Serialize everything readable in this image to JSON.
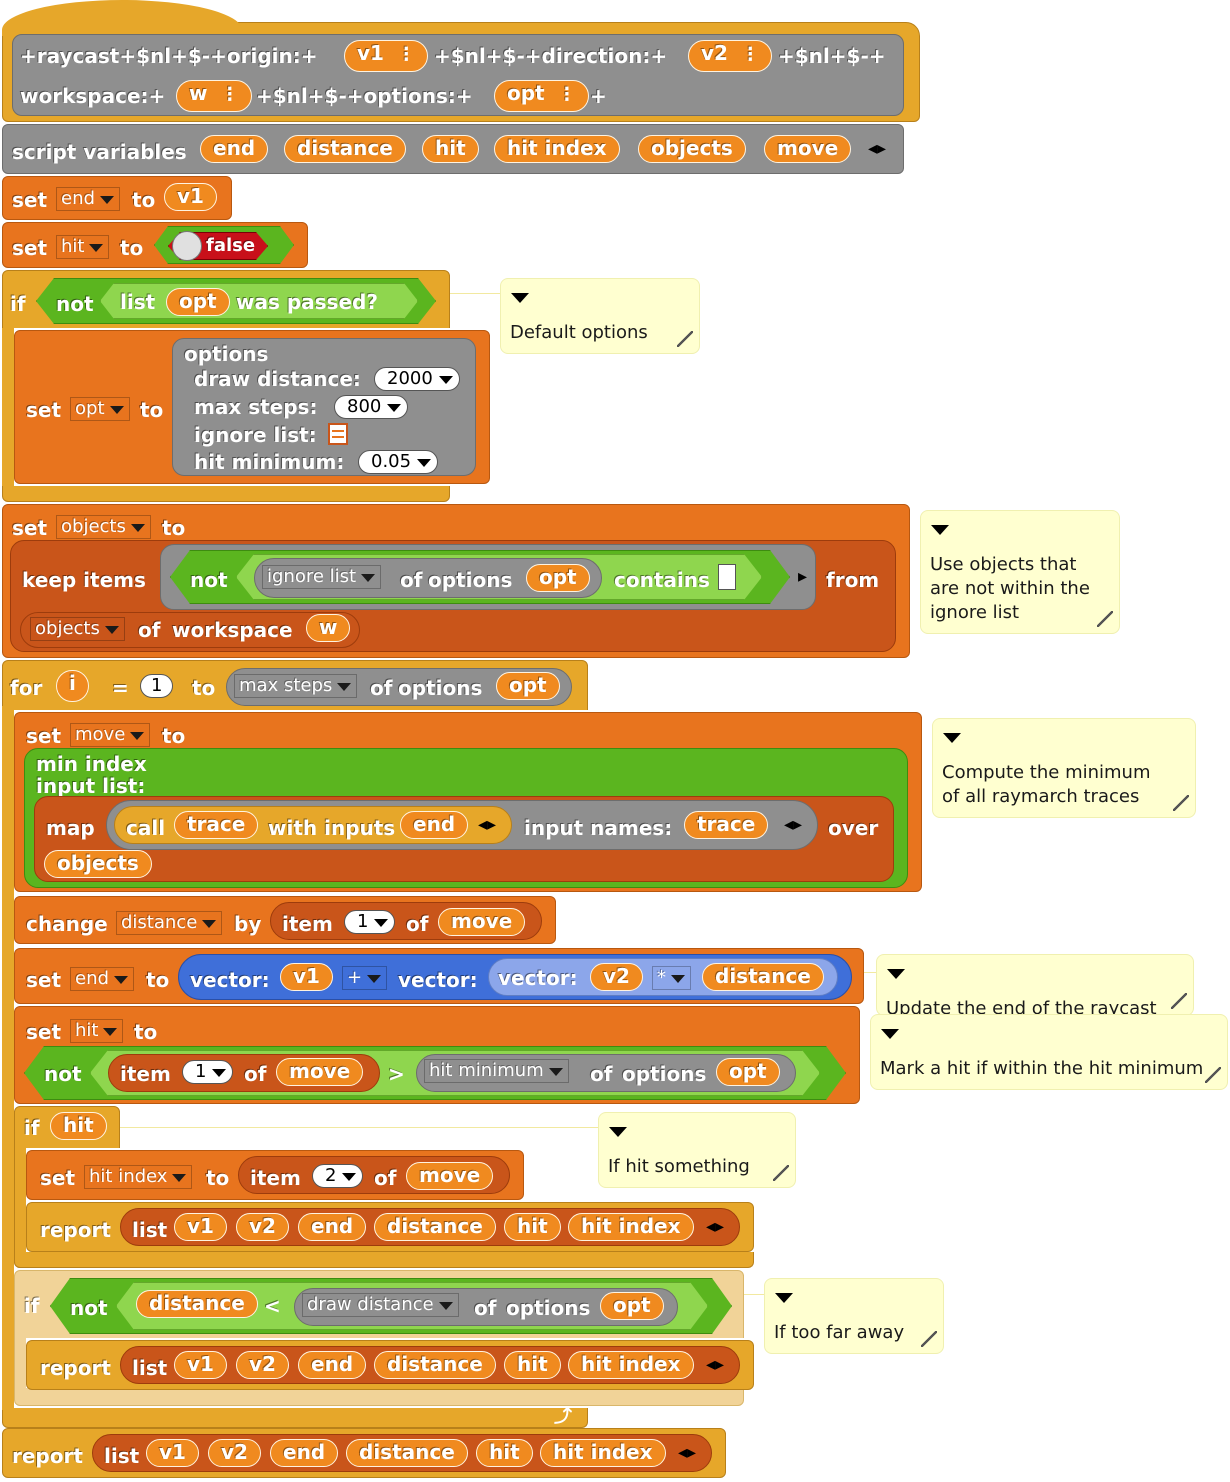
{
  "hat": {
    "row1": [
      "+raycast+$nl+$-+origin:+",
      "+$nl+$-+direction:+",
      "+$nl+$-+"
    ],
    "row2": [
      "workspace:+",
      "+$nl+$-+options:+",
      "+"
    ],
    "params": [
      "v1",
      "v2",
      "w",
      "opt"
    ],
    "param_icon": "dots-icon"
  },
  "script_vars": {
    "label": "script variables",
    "vars": [
      "end",
      "distance",
      "hit",
      "hit index",
      "objects",
      "move"
    ]
  },
  "kw": {
    "set": "set",
    "to": "to",
    "if": "if",
    "not": "not",
    "list": "list",
    "was_passed": "was passed?",
    "options": "options",
    "keep_items": "keep items",
    "from": "from",
    "of": "of",
    "contains": "contains",
    "workspace": "workspace",
    "for": "for",
    "eq": "=",
    "min_index": "min index",
    "input_list": "input list:",
    "map": "map",
    "call": "call",
    "with_inputs": "with inputs",
    "input_names": "input names:",
    "over": "over",
    "change": "change",
    "by": "by",
    "item": "item",
    "vector": "vector:",
    "gt": ">",
    "lt": "<",
    "report": "report"
  },
  "set_end": {
    "var": "end",
    "value": "v1"
  },
  "set_hit": {
    "var": "hit",
    "value": "false"
  },
  "opt_block": {
    "var": "opt",
    "fields": [
      {
        "label": "draw distance:",
        "value": "2000"
      },
      {
        "label": "max steps:",
        "value": "800"
      },
      {
        "label": "ignore list:",
        "value": ""
      },
      {
        "label": "hit minimum:",
        "value": "0.05"
      }
    ]
  },
  "objects_block": {
    "var": "objects",
    "ignore_opt": "ignore list",
    "opt": "opt",
    "objects_opt": "objects",
    "w": "w"
  },
  "for_block": {
    "var": "i",
    "start": "1",
    "attr": "max steps",
    "opt": "opt"
  },
  "move_block": {
    "var": "move",
    "fn": "trace",
    "arg": "end",
    "input_name": "trace",
    "list": "objects"
  },
  "change_block": {
    "var": "distance",
    "index": "1",
    "list": "move"
  },
  "end_block": {
    "var": "end",
    "op": "+",
    "mul": "*",
    "v1": "v1",
    "v2": "v2",
    "distance": "distance"
  },
  "hit_block": {
    "var": "hit",
    "index": "1",
    "list": "move",
    "attr": "hit minimum",
    "opt": "opt"
  },
  "if_hit": {
    "cond": "hit",
    "var": "hit index",
    "index": "2",
    "list": "move"
  },
  "report_list": [
    "v1",
    "v2",
    "end",
    "distance",
    "hit",
    "hit index"
  ],
  "if_far": {
    "var": "distance",
    "attr": "draw distance",
    "opt": "opt"
  },
  "comments": [
    "Default options",
    "Use objects that\nare not within the\nignore list",
    "Compute the minimum\nof all raymarch traces",
    "Update the end of the raycast",
    "Mark a hit if within the hit minimum",
    "If hit something",
    "If too far away"
  ],
  "colors": {
    "variables": "#e8741e",
    "control": "#e6a72a",
    "operators": "#5bb51f",
    "lists": "#c9551a",
    "other": "#8f8f8f",
    "vector": "#3f6fd9"
  }
}
